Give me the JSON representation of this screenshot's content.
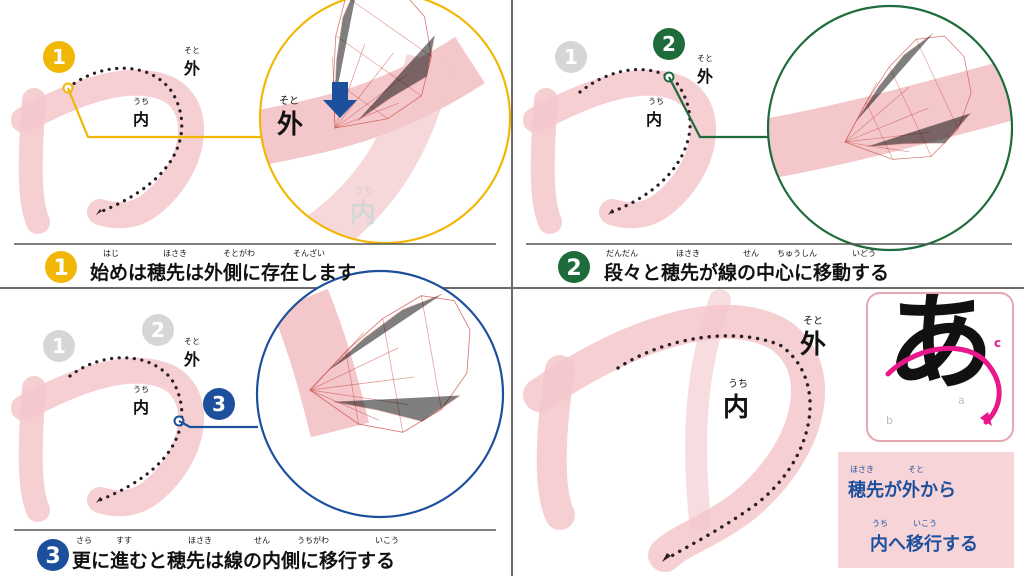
{
  "panel1": {
    "soto_ruby": "そと",
    "soto": "外",
    "uchi_ruby": "うち",
    "uchi": "内",
    "zoom_soto_ruby": "そと",
    "zoom_soto": "外",
    "zoom_uchi_ruby": "うち",
    "zoom_uchi": "内",
    "badge": "1",
    "caption": "始めは穂先は外側に存在します",
    "caption_ruby": [
      "はじ",
      "ほさき",
      "そとがわ",
      "そんざい"
    ]
  },
  "panel2": {
    "soto_ruby": "そと",
    "soto": "外",
    "uchi_ruby": "うち",
    "uchi": "内",
    "badge_faded": "1",
    "badge": "2",
    "caption": "段々と穂先が線の中心に移動する",
    "caption_ruby": [
      "だんだん",
      "ほさき",
      "せん",
      "ちゅうしん",
      "いどう"
    ]
  },
  "panel3": {
    "soto_ruby": "そと",
    "soto": "外",
    "uchi_ruby": "うち",
    "uchi": "内",
    "badge_faded_1": "1",
    "badge_faded_2": "2",
    "badge": "3",
    "caption": "更に進むと穂先は線の内側に移行する",
    "caption_ruby": [
      "さら",
      "すす",
      "ほさき",
      "せん",
      "うちがわ",
      "いこう"
    ]
  },
  "panel4": {
    "soto_ruby": "そと",
    "soto": "外",
    "uchi_ruby": "うち",
    "uchi": "内",
    "inset_char": "あ",
    "inset_a": "a",
    "inset_b": "b",
    "inset_c": "c",
    "summary_line1": "穂先が外から",
    "summary_line1_ruby": [
      "ほさき",
      "そと"
    ],
    "summary_line2": "内へ移行する",
    "summary_line2_ruby": [
      "うち",
      "いこう"
    ]
  },
  "colors": {
    "step1": "#f2b705",
    "step2": "#1e6b3b",
    "step3": "#1c4f9c",
    "stroke_pink": "#f4c7cb",
    "mesh": "#c9473f",
    "magenta": "#e8178a",
    "faded": "#d6d6d6"
  }
}
